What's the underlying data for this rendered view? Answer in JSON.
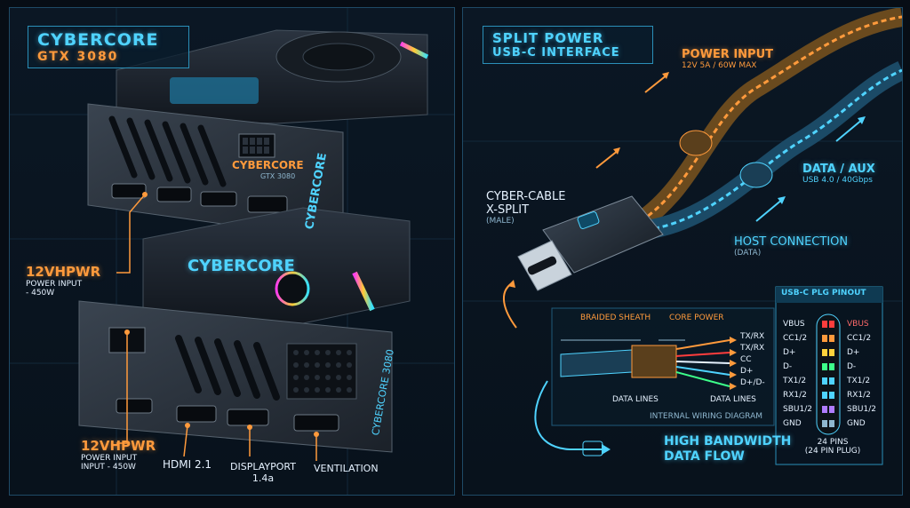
{
  "left": {
    "title_line1": "CYBERCORE",
    "title_line2": "GTX 3080",
    "card1_brand": "CYBERCORE",
    "card1_model": "GTX 3080",
    "card1_side": "CYBERCORE",
    "card2_logo": "CYBERCORE",
    "card2_side": "CYBERCORE 3080",
    "power_top": {
      "line1": "12VHPWR",
      "line2": "POWER INPUT",
      "line3": "- 450W"
    },
    "power_bottom": {
      "line1": "12VHPWR",
      "line2": "POWER INPUT",
      "line3": "INPUT - 450W"
    },
    "hdmi": "HDMI 2.1",
    "displayport_line1": "DISPLAYPORT",
    "displayport_line2": "1.4a",
    "ventilation": "VENTILATION"
  },
  "right": {
    "title_line1": "SPLIT POWER",
    "title_line2": "USB-C INTERFACE",
    "power_input": {
      "title": "POWER INPUT",
      "spec": "12V 5A / 60W MAX"
    },
    "data_aux": {
      "title": "DATA / AUX",
      "spec": "USB 4.0 / 40Gbps"
    },
    "cable": {
      "line1": "CYBER-CABLE",
      "line2": "X-SPLIT",
      "line3": "(MALE)"
    },
    "host": {
      "title": "HOST CONNECTION",
      "sub": "(DATA)"
    },
    "wiring": {
      "braided_sheath": "BRAIDED SHEATH",
      "core_power": "CORE POWER",
      "data_lines_left": "DATA LINES",
      "data_lines_right": "DATA LINES",
      "caption": "INTERNAL WIRING DIAGRAM",
      "signals": [
        "TX/RX",
        "TX/RX",
        "CC",
        "D+",
        "D+/D-"
      ]
    },
    "pinout": {
      "title": "USB-C PLG PINOUT",
      "left_pins": [
        "VBUS",
        "CC1/2",
        "D+",
        "D-",
        "TX1/2",
        "RX1/2",
        "SBU1/2",
        "GND"
      ],
      "right_pins": [
        "VBUS",
        "CC1/2",
        "D+",
        "D-",
        "TX1/2",
        "RX1/2",
        "SBU1/2",
        "GND"
      ],
      "footer_line1": "24 PINS",
      "footer_line2": "(24 PIN PLUG)"
    },
    "flow": {
      "line1": "HIGH BANDWIDTH",
      "line2": "DATA FLOW"
    }
  },
  "colors": {
    "cyan": "#4fd3ff",
    "orange": "#ff9a3c",
    "background": "#070d15"
  }
}
